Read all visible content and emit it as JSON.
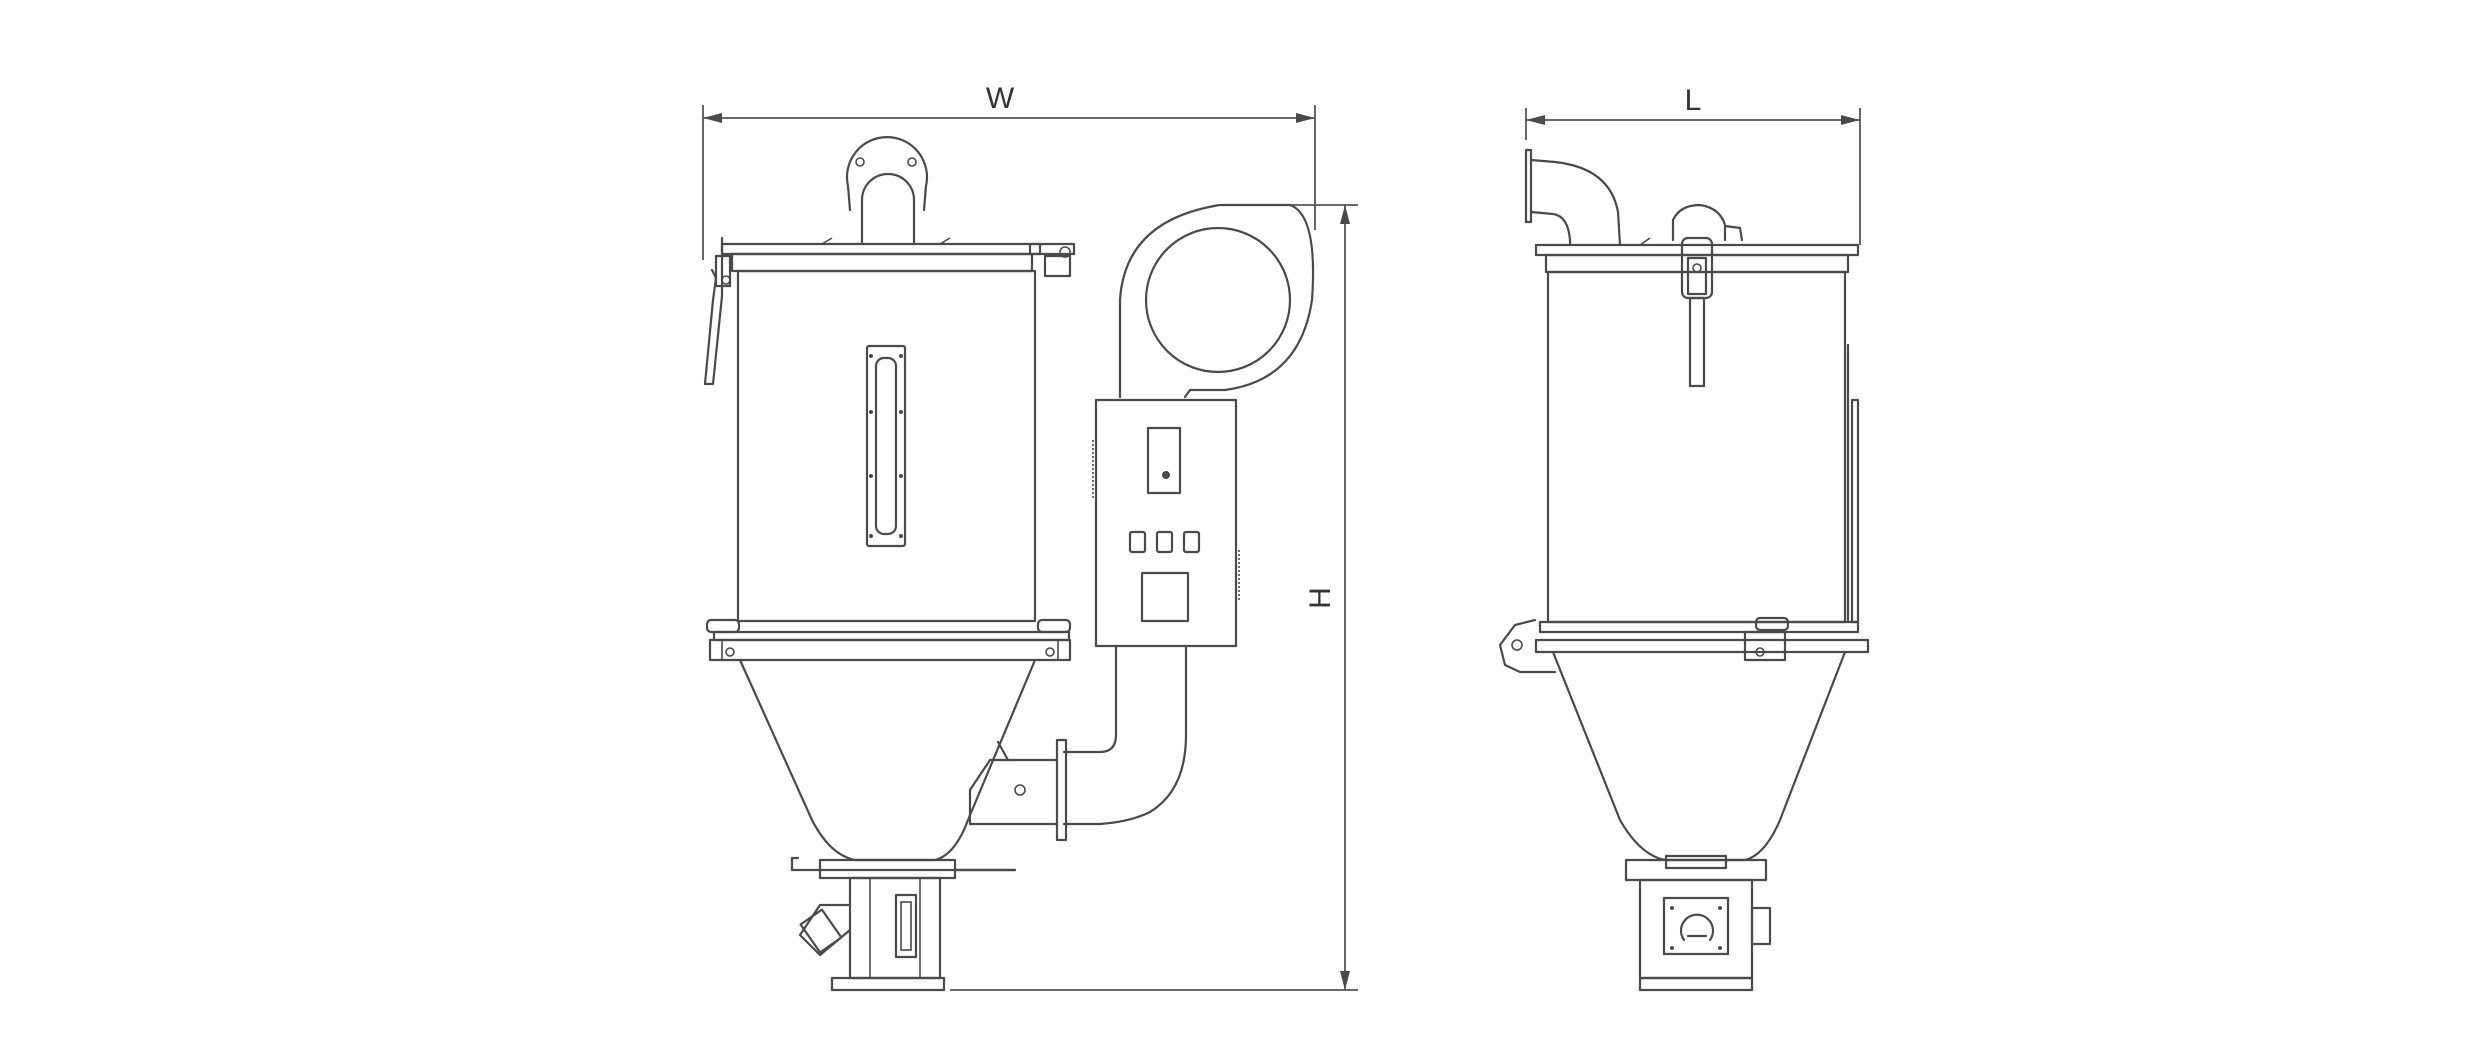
{
  "dimensions": {
    "width_label": "W",
    "length_label": "L",
    "height_label": "H"
  },
  "colors": {
    "line": "#4a4a4a",
    "background": "#ffffff"
  }
}
